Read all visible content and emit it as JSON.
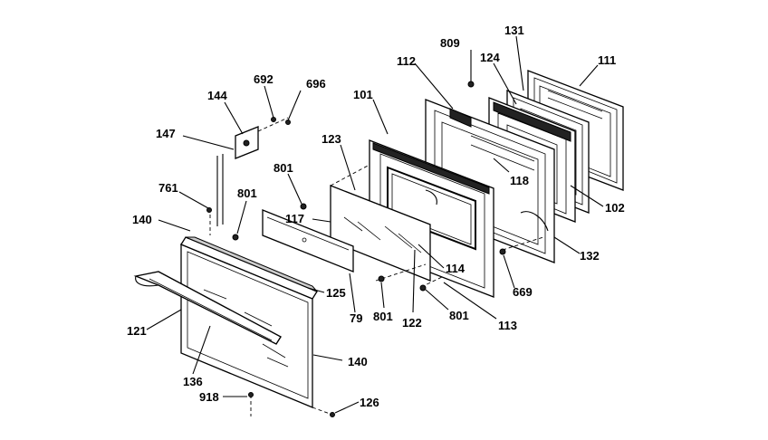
{
  "labels": {
    "l809": "809",
    "l131": "131",
    "l112": "112",
    "l124": "124",
    "l111": "111",
    "l692": "692",
    "l696": "696",
    "l144": "144",
    "l101": "101",
    "l147": "147",
    "l123": "123",
    "l801a": "801",
    "l761": "761",
    "l801b": "801",
    "l117": "117",
    "l118": "118",
    "l102": "102",
    "l140a": "140",
    "l132": "132",
    "l114": "114",
    "l669": "669",
    "l125": "125",
    "l79": "79",
    "l801c": "801",
    "l122": "122",
    "l801d": "801",
    "l113": "113",
    "l121": "121",
    "l140b": "140",
    "l136": "136",
    "l918": "918",
    "l126": "126"
  }
}
